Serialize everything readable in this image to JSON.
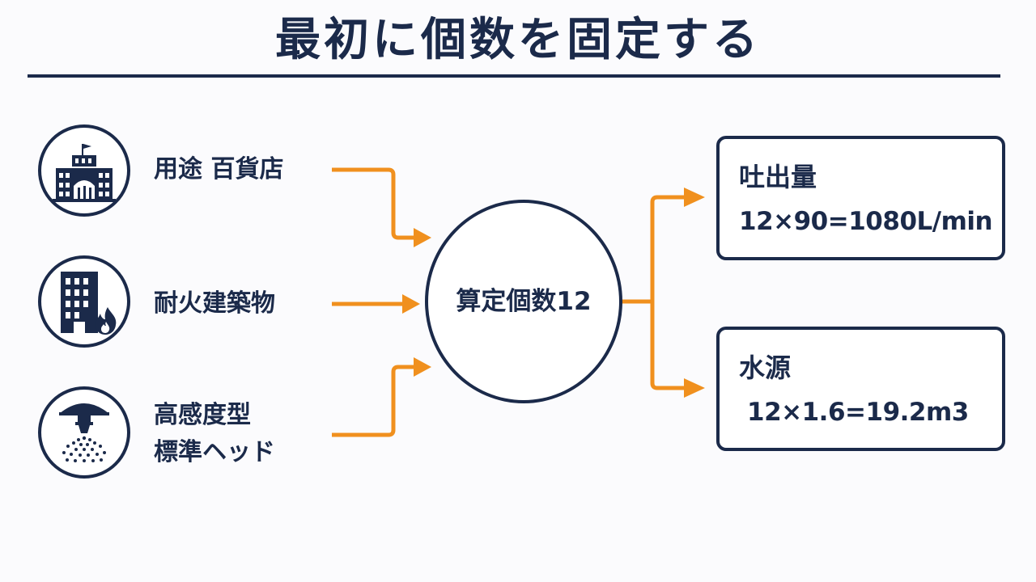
{
  "title": "最初に個数を固定する",
  "inputs": [
    {
      "label_lines": [
        "用途 百貨店"
      ],
      "icon": "department-store-icon"
    },
    {
      "label_lines": [
        "耐火建築物"
      ],
      "icon": "fire-resistant-building-icon"
    },
    {
      "label_lines": [
        "高感度型",
        "標準ヘッド"
      ],
      "icon": "sprinkler-head-icon"
    }
  ],
  "center": {
    "label": "算定個数12"
  },
  "outputs": [
    {
      "title": "吐出量",
      "formula": "12×90=1080L/min"
    },
    {
      "title": "水源",
      "formula": "12×1.6=19.2m3"
    }
  ],
  "colors": {
    "navy": "#1b2a4a",
    "arrow_orange": "#f0901e",
    "background": "#fbfbfd"
  }
}
